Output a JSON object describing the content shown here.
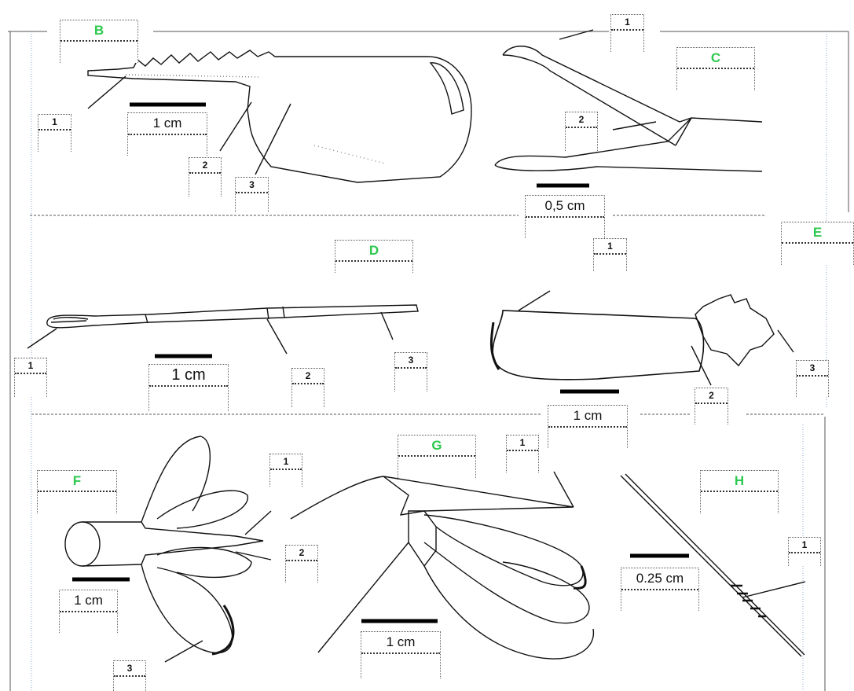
{
  "panels": {
    "B": "B",
    "C": "C",
    "D": "D",
    "E": "E",
    "F": "F",
    "G": "G",
    "H": "H"
  },
  "scales": {
    "B": "1 cm",
    "C": "0,5 cm",
    "D": "1 cm",
    "E": "1 cm",
    "F": "1 cm",
    "G": "1 cm",
    "H": "0.25 cm"
  },
  "callouts": {
    "B1": "1",
    "B2": "2",
    "B3": "3",
    "C1": "1",
    "C2": "2",
    "D1": "1",
    "D2": "2",
    "D3": "3",
    "E1": "1",
    "E2": "2",
    "E3": "3",
    "F1": "1",
    "F2": "2",
    "F3": "3",
    "G1": "1",
    "H1": "1"
  },
  "colors": {
    "panel_label": "#2ec94f",
    "ink": "#111111",
    "frame": "#8aa6c8"
  }
}
